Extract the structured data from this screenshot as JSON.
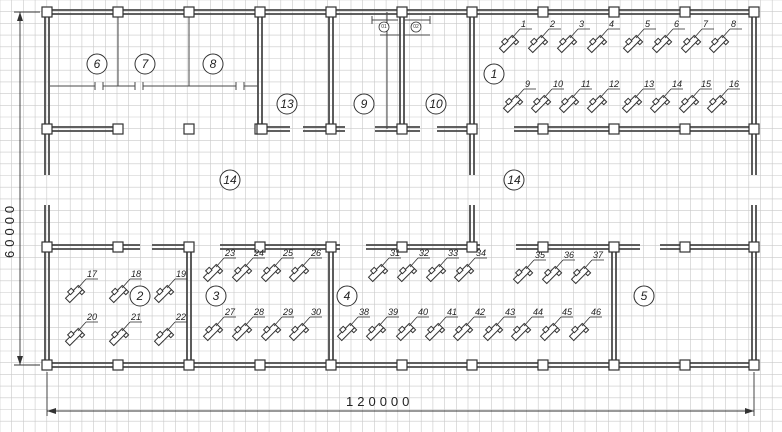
{
  "rooms": [
    {
      "label": "1"
    },
    {
      "label": "2"
    },
    {
      "label": "3"
    },
    {
      "label": "4"
    },
    {
      "label": "5"
    },
    {
      "label": "6"
    },
    {
      "label": "7"
    },
    {
      "label": "8"
    },
    {
      "label": "9"
    },
    {
      "label": "10"
    },
    {
      "label": "13"
    },
    {
      "label": "14"
    },
    {
      "label": "14"
    }
  ],
  "machines": [
    "1",
    "2",
    "3",
    "4",
    "5",
    "6",
    "7",
    "8",
    "9",
    "10",
    "11",
    "12",
    "13",
    "14",
    "15",
    "16",
    "17",
    "18",
    "19",
    "20",
    "21",
    "22",
    "23",
    "24",
    "25",
    "26",
    "27",
    "28",
    "29",
    "30",
    "31",
    "32",
    "33",
    "34",
    "38",
    "39",
    "40",
    "41",
    "42",
    "43",
    "44",
    "45",
    "46",
    "35",
    "36",
    "37"
  ],
  "small_units": [
    "01",
    "02"
  ],
  "dimensions": {
    "horizontal": "120000",
    "vertical": "60000"
  }
}
